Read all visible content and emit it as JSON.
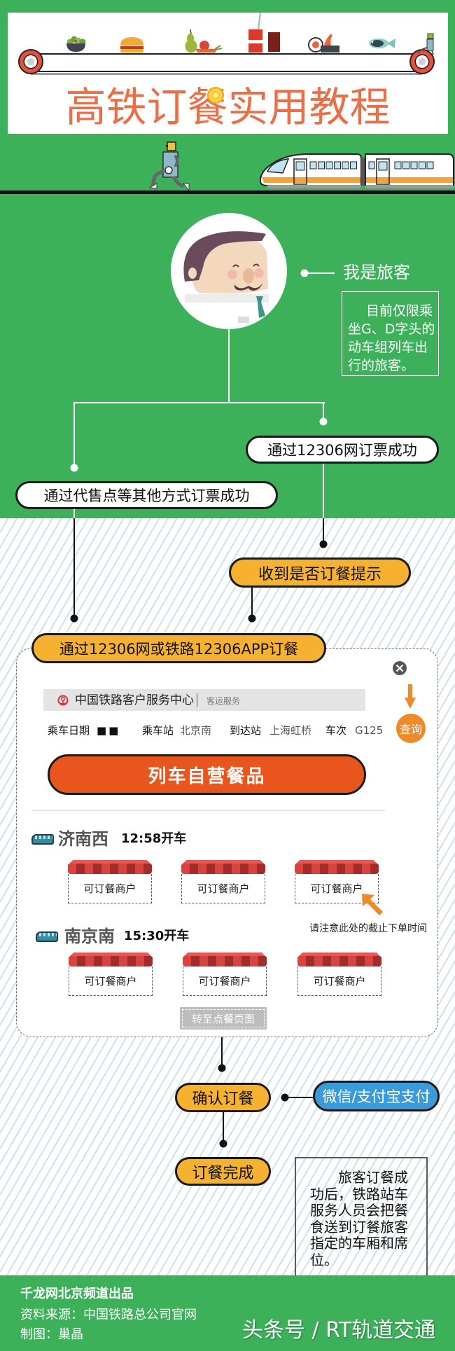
{
  "header": {
    "title": "高铁订餐实用教程",
    "food_icons": [
      "salad-bowl",
      "burger",
      "pear-strawberry-carrot",
      "soda-cup",
      "cola-glass",
      "sushi",
      "fish",
      "robot"
    ]
  },
  "traveler": {
    "label": "我是旅客",
    "note_lines": [
      "目前仅限乘",
      "坐G、D字头的",
      "动车组列车出",
      "行的旅客。"
    ]
  },
  "flow": {
    "booking_12306": "通过12306网订票成功",
    "booking_other": "通过代售点等其他方式订票成功",
    "meal_prompt": "收到是否订餐提示",
    "order_via": "通过12306网或铁路12306APP订餐",
    "confirm_order": "确认订餐",
    "payment": "微信/支付宝支付",
    "order_done": "订餐完成",
    "delivery_note_lines": [
      "旅客订餐成",
      "功后，铁路站车",
      "服务人员会把餐",
      "食送到订餐旅客",
      "指定的车厢和席",
      "位。"
    ]
  },
  "app": {
    "site_title": "中国铁路客户服务中心",
    "site_section": "客运服务",
    "search": {
      "date_label": "乘车日期",
      "date_value": "■■",
      "from_label": "乘车站",
      "from_value": "北京南",
      "to_label": "到达站",
      "to_value": "上海虹桥",
      "train_label": "车次",
      "train_value": "G125",
      "query_button": "查询"
    },
    "main_button": "列车自营餐品",
    "stops": [
      {
        "station": "济南西",
        "departure": "12:58开车",
        "vendors": [
          "可订餐商户",
          "可订餐商户",
          "可订餐商户"
        ]
      },
      {
        "station": "南京南",
        "departure": "15:30开车",
        "vendors": [
          "可订餐商户",
          "可订餐商户",
          "可订餐商户"
        ]
      }
    ],
    "deadline_hint": "请注意此处的截止下单时间",
    "goto_order_button": "转至点餐页面"
  },
  "footer": {
    "producer": "千龙网北京频道出品",
    "source": "资料来源：中国铁路总公司官网",
    "designer": "制图：巢晶",
    "watermark": "头条号 / RT轨道交通"
  },
  "colors": {
    "background_green": "#3cb15a",
    "title_orange": "#ea6f47",
    "pill_orange": "#f6b130",
    "button_red_orange": "#e8561d",
    "query_orange": "#ee8a2a",
    "payment_blue": "#3b9bd9",
    "stripe_blue": "#cfe1e9"
  }
}
